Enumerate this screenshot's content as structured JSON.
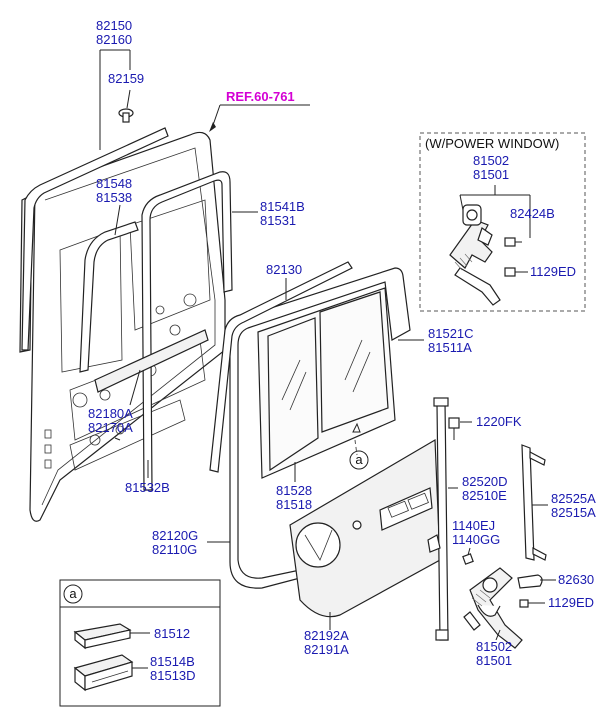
{
  "ref_label": "REF.60-761",
  "inset_power_window": {
    "title": "(W/POWER WINDOW)"
  },
  "inset_a": {
    "circle_label": "a"
  },
  "circle_a_label": "a",
  "labels": {
    "p82150": "82150",
    "p82160": "82160",
    "p82159": "82159",
    "p81548": "81548",
    "p81538": "81538",
    "p81541b": "81541B",
    "p81531": "81531",
    "p82130": "82130",
    "p81521c": "81521C",
    "p81511a": "81511A",
    "p82180a": "82180A",
    "p82170a": "82170A",
    "p81532b": "81532B",
    "p81528": "81528",
    "p81518": "81518",
    "p1220fk": "1220FK",
    "p82520d": "82520D",
    "p82510e": "82510E",
    "p82525a": "82525A",
    "p82515a": "82515A",
    "p82120g": "82120G",
    "p82110g": "82110G",
    "p1140ej": "1140EJ",
    "p1140gg": "1140GG",
    "p82630": "82630",
    "p1129ed_bottom": "1129ED",
    "p81502_bottom": "81502",
    "p81501_bottom": "81501",
    "p82192a": "82192A",
    "p82191a": "82191A",
    "p81502_top": "81502",
    "p81501_top": "81501",
    "p82424b": "82424B",
    "p1129ed_top": "1129ED",
    "p81512": "81512",
    "p81514b": "81514B",
    "p81513d": "81513D"
  }
}
